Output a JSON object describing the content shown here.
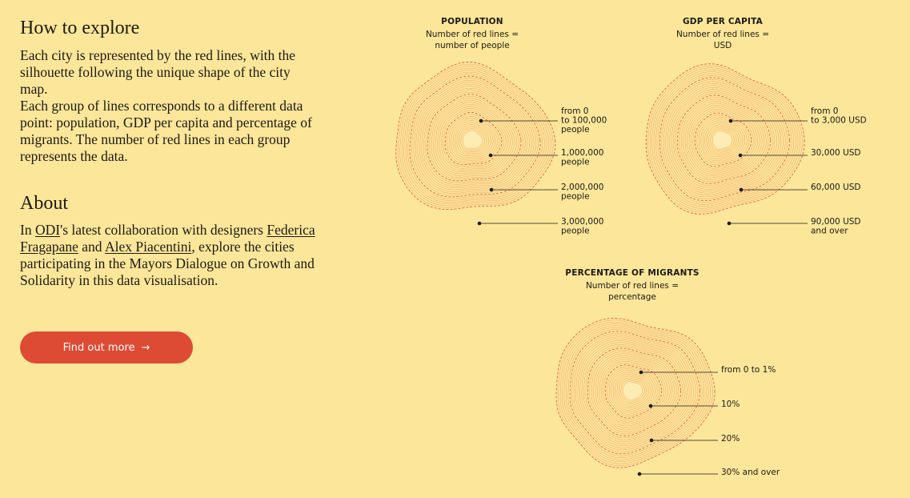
{
  "explore": {
    "title": "How to explore",
    "para1": "Each city is represented by the red lines, with the silhouette following the unique shape of the city map.",
    "para2": "Each group of lines corresponds to a different data point: population, GDP per capita and percentage of migrants. The number of red lines in each group represents the data."
  },
  "about": {
    "title": "About",
    "text_in": "In ",
    "link_odi": "ODI",
    "text_after_odi": "'s latest collaboration with designers ",
    "link_federica": "Federica Fragapane",
    "text_and": " and ",
    "link_alex": "Alex Piacentini",
    "text_rest": ", explore the cities participating in the Mayors Dialogue on Growth and Solidarity in this data visualisation."
  },
  "button": {
    "label": "Find out more",
    "icon": "arrow-right-icon"
  },
  "colors": {
    "background": "#fce69a",
    "line": "#e0503c",
    "button": "#dd4b34",
    "core": "#fdedb4"
  },
  "legends": {
    "population": {
      "title": "POPULATION",
      "sub1": "Number of red lines =",
      "sub2": "number of people",
      "labels": [
        [
          "from 0",
          "to 100,000",
          "people"
        ],
        [
          "1,000,000",
          "people"
        ],
        [
          "2,000,000",
          "people"
        ],
        [
          "3,000,000",
          "people"
        ]
      ]
    },
    "gdp": {
      "title": "GDP PER CAPITA",
      "sub1": "Number of red lines =",
      "sub2": "USD",
      "labels": [
        [
          "from 0",
          "to 3,000 USD"
        ],
        [
          "30,000 USD"
        ],
        [
          "60,000 USD"
        ],
        [
          "90,000 USD",
          "and over"
        ]
      ]
    },
    "migrants": {
      "title": "PERCENTAGE OF MIGRANTS",
      "sub1": "Number of red lines =",
      "sub2": "percentage",
      "labels": [
        [
          "from 0 to 1%"
        ],
        [
          "10%"
        ],
        [
          "20%"
        ],
        [
          "30% and over"
        ]
      ]
    }
  }
}
